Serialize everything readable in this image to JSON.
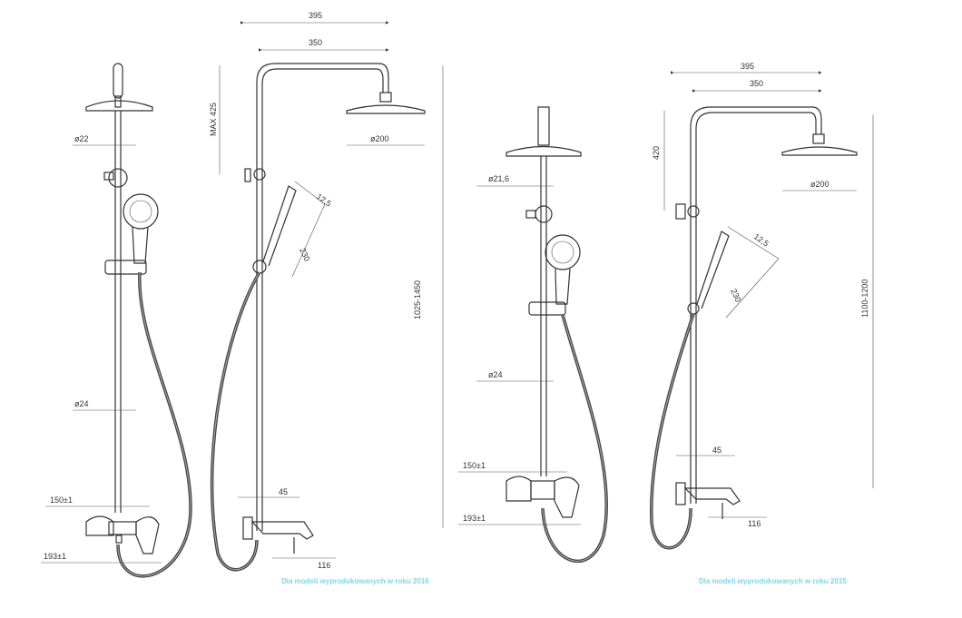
{
  "left_set": {
    "front": {
      "head_diameter": "ø22",
      "pipe_diameter": "ø24",
      "spacing": "150±1",
      "width": "193±1"
    },
    "side": {
      "total_width": "395",
      "arm_width": "350",
      "max_height": "MAX 425",
      "head_diameter": "ø200",
      "hand_offset": "12,5",
      "hand_length": "230",
      "height_range": "1025-1450",
      "spout_offset": "45",
      "spout_length": "116"
    },
    "note": "Dla modeli wyprodukowanych w roku 2016"
  },
  "right_set": {
    "front": {
      "head_diameter": "ø21,6",
      "pipe_diameter": "ø24",
      "spacing": "150±1",
      "width": "193±1"
    },
    "side": {
      "total_width": "395",
      "arm_width": "350",
      "height": "420",
      "head_diameter": "ø200",
      "hand_offset": "12,5",
      "hand_length": "230",
      "height_range": "1100-1200",
      "spout_offset": "45",
      "spout_length": "116"
    },
    "note": "Dla modeli wyprodukowanych w roku 2015"
  }
}
